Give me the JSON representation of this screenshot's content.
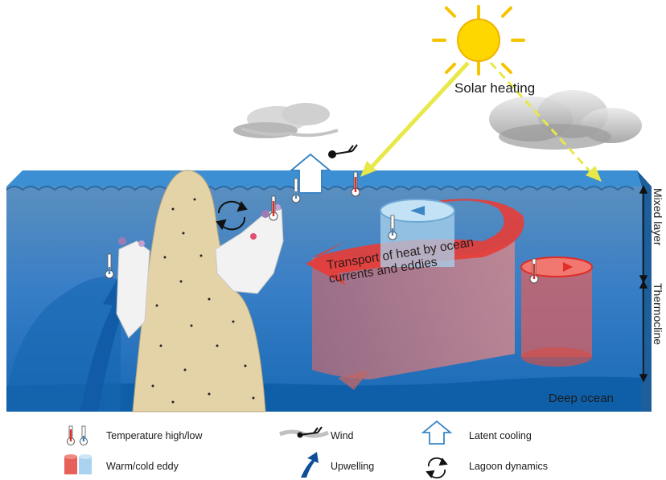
{
  "labels": {
    "solar_heating": "Solar heating",
    "transport_line1": "Transport of heat by ocean",
    "transport_line2": "currents and eddies",
    "mixed_layer": "Mixed layer",
    "thermocline": "Thermocline",
    "deep_ocean": "Deep ocean"
  },
  "legend": {
    "temperature": "Temperature high/low",
    "wind": "Wind",
    "latent_cooling": "Latent cooling",
    "eddy": "Warm/cold eddy",
    "upwelling": "Upwelling",
    "lagoon": "Lagoon dynamics"
  },
  "colors": {
    "surface": "#3d8fd4",
    "mixed_layer": "#4a86c0",
    "thermocline": "#2f78c4",
    "deep_ocean": "#0f5fa8",
    "warm": "#e8483f",
    "cold": "#a9d3ee",
    "sun": "#ffd700",
    "sun_rays": "#e8e84a",
    "island": "#e5d3a8",
    "upwelling": "#0e4f9a"
  }
}
